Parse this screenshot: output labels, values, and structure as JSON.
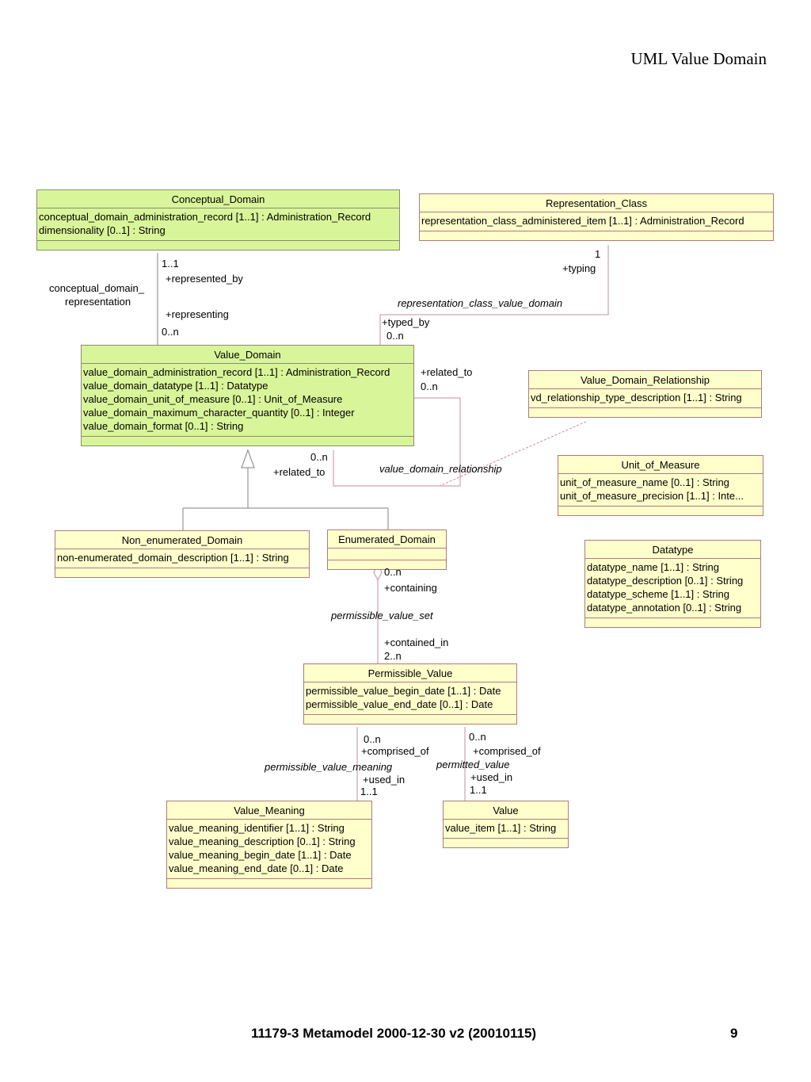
{
  "page": {
    "title": "UML Value Domain",
    "footer": "11179-3 Metamodel 2000-12-30 v2 (20010115)",
    "page_number": "9"
  },
  "colors": {
    "green_class": "#d9f59a",
    "yellow_class": "#ffffcc",
    "line": "#c88ca0",
    "gray_line": "#808080"
  },
  "classes": {
    "conceptual_domain": {
      "name": "Conceptual_Domain",
      "attrs": [
        "conceptual_domain_administration_record [1..1] : Administration_Record",
        "dimensionality [0..1] : String"
      ]
    },
    "representation_class": {
      "name": "Representation_Class",
      "attrs": [
        "representation_class_administered_item [1..1] : Administration_Record"
      ]
    },
    "value_domain": {
      "name": "Value_Domain",
      "attrs": [
        "value_domain_administration_record [1..1] : Administration_Record",
        "value_domain_datatype [1..1] : Datatype",
        "value_domain_unit_of_measure [0..1] : Unit_of_Measure",
        "value_domain_maximum_character_quantity [0..1] : Integer",
        "value_domain_format [0..1] : String"
      ]
    },
    "value_domain_relationship": {
      "name": "Value_Domain_Relationship",
      "attrs": [
        "vd_relationship_type_description [1..1] : String"
      ]
    },
    "unit_of_measure": {
      "name": "Unit_of_Measure",
      "attrs": [
        "unit_of_measure_name [0..1] : String",
        "unit_of_measure_precision [1..1] : Inte..."
      ]
    },
    "non_enumerated_domain": {
      "name": "Non_enumerated_Domain",
      "attrs": [
        "non-enumerated_domain_description [1..1] : String"
      ]
    },
    "enumerated_domain": {
      "name": "Enumerated_Domain",
      "attrs": []
    },
    "datatype": {
      "name": "Datatype",
      "attrs": [
        "datatype_name [1..1] : String",
        "datatype_description [0..1] : String",
        "datatype_scheme [1..1] : String",
        "datatype_annotation [0..1] : String"
      ]
    },
    "permissible_value": {
      "name": "Permissible_Value",
      "attrs": [
        "permissible_value_begin_date [1..1] : Date",
        "permissible_value_end_date [0..1] : Date"
      ]
    },
    "value_meaning": {
      "name": "Value_Meaning",
      "attrs": [
        "value_meaning_identifier [1..1] : String",
        "value_meaning_description [0..1] : String",
        "value_meaning_begin_date [1..1] : Date",
        "value_meaning_end_date [0..1] : Date"
      ]
    },
    "value": {
      "name": "Value",
      "attrs": [
        "value_item [1..1] : String"
      ]
    }
  },
  "labels": {
    "cd_mult": "1..1",
    "cd_represented_by": "+represented_by",
    "cd_assoc_1": "conceptual_domain_",
    "cd_assoc_2": "representation",
    "cd_representing": "+representing",
    "cd_vd_mult": "0..n",
    "rc_mult": "1",
    "rc_typing": "+typing",
    "rc_assoc": "representation_class_value_domain",
    "rc_typed_by": "+typed_by",
    "rc_vd_mult": "0..n",
    "vd_related_to_top": "+related_to",
    "vd_mult_top": "0..n",
    "vd_mult_bottom": "0..n",
    "vd_related_to_bottom": "+related_to",
    "vdr_assoc": "value_domain_relationship",
    "ed_mult": "0..n",
    "ed_containing": "+containing",
    "pvs_assoc": "permissible_value_set",
    "pv_contained_in": "+contained_in",
    "pv_mult": "2..n",
    "pvm_mult_top": "0..n",
    "pvm_comprised_of": "+comprised_of",
    "pvm_assoc": "permissible_value_meaning",
    "pvm_used_in": "+used_in",
    "pvm_mult_bottom": "1..1",
    "pval_mult_top": "0..n",
    "pval_comprised_of": "+comprised_of",
    "pval_assoc": "permitted_value",
    "pval_used_in": "+used_in",
    "pval_mult_bottom": "1..1"
  }
}
